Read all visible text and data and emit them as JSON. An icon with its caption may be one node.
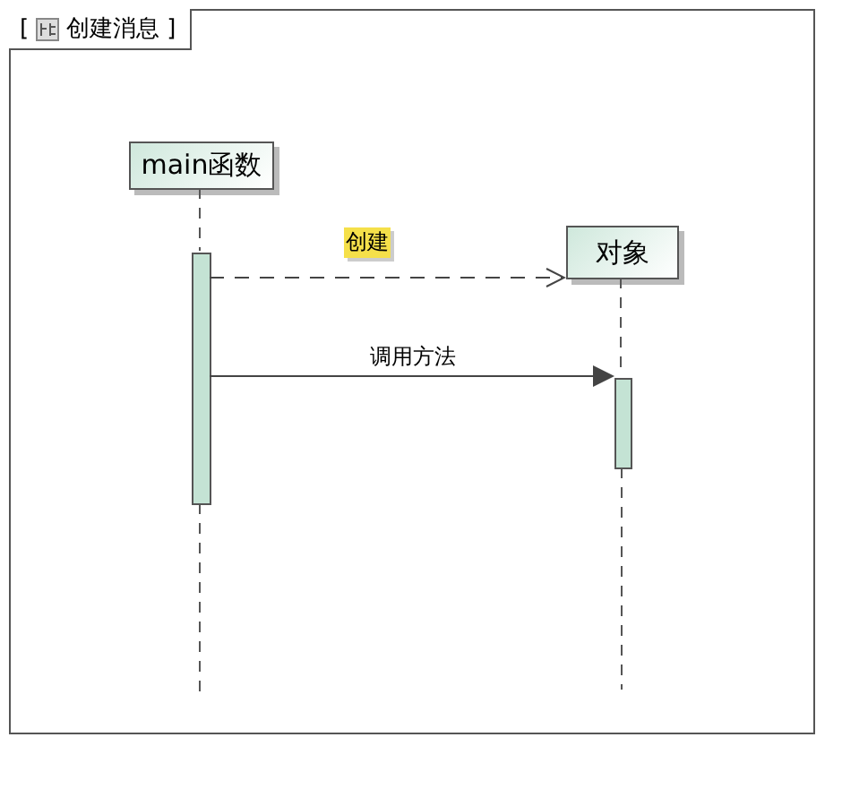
{
  "diagram": {
    "nodes": [
      {
        "text": [
          "创建消息"
        ]
      },
      {
        "text": [
          "main函数"
        ],
        "in": 0
      },
      {
        "text": [
          "对象"
        ],
        "in": 0
      },
      {
        "text": [],
        "shape": "bar",
        "in": 0
      },
      {
        "text": [],
        "shape": "bar",
        "in": 0
      }
    ],
    "edges": [
      {
        "from": 3,
        "to": 2,
        "arrow": "to",
        "label": "创建",
        "style": "dashed"
      },
      {
        "from": 3,
        "to": 4,
        "arrow": "to",
        "label": "调用方法"
      },
      {
        "from": 1,
        "to": 3,
        "arrow": "none",
        "style": "dashed"
      },
      {
        "from": 3,
        "to": null,
        "arrow": "none",
        "style": "dashed"
      },
      {
        "from": 2,
        "to": 4,
        "arrow": "none",
        "style": "dashed"
      },
      {
        "from": 4,
        "to": null,
        "arrow": "none",
        "style": "dashed"
      }
    ],
    "labels": [
      "[",
      "]"
    ]
  }
}
